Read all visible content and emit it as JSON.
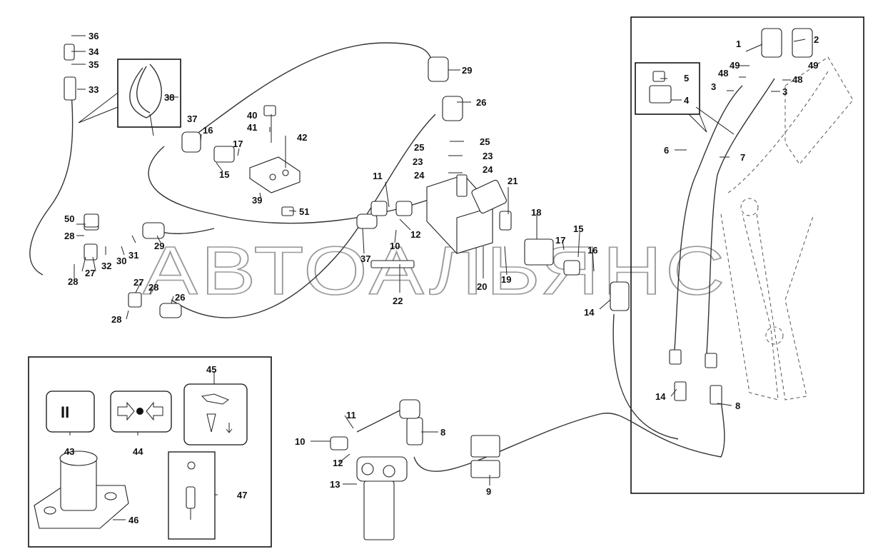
{
  "watermark": "АВТОАЛЬЯНС",
  "labels": {
    "p1": "1",
    "p2": "2",
    "p3a": "3",
    "p3b": "3",
    "p4": "4",
    "p5": "5",
    "p6": "6",
    "p7": "7",
    "p8a": "8",
    "p8b": "8",
    "p9": "9",
    "p10a": "10",
    "p10b": "10",
    "p11a": "11",
    "p11b": "11",
    "p12a": "12",
    "p12b": "12",
    "p13": "13",
    "p14a": "14",
    "p14b": "14",
    "p15a": "15",
    "p15b": "15",
    "p16a": "16",
    "p16b": "16",
    "p17a": "17",
    "p17b": "17",
    "p18": "18",
    "p19": "19",
    "p20": "20",
    "p21": "21",
    "p22": "22",
    "p23a": "23",
    "p23b": "23",
    "p24a": "24",
    "p24b": "24",
    "p25a": "25",
    "p25b": "25",
    "p26a": "26",
    "p26b": "26",
    "p27a": "27",
    "p27b": "27",
    "p28a": "28",
    "p28b": "28",
    "p28c": "28",
    "p28d": "28",
    "p29a": "29",
    "p29b": "29",
    "p30": "30",
    "p31": "31",
    "p32": "32",
    "p33": "33",
    "p34": "34",
    "p35": "35",
    "p36": "36",
    "p37a": "37",
    "p37b": "37",
    "p38": "38",
    "p39": "39",
    "p40": "40",
    "p41": "41",
    "p42": "42",
    "p43": "43",
    "p44": "44",
    "p45": "45",
    "p46": "46",
    "p47": "47",
    "p48a": "48",
    "p48b": "48",
    "p49a": "49",
    "p49b": "49",
    "p50": "50",
    "p51": "51"
  },
  "symbols": {
    "pause": "II"
  }
}
